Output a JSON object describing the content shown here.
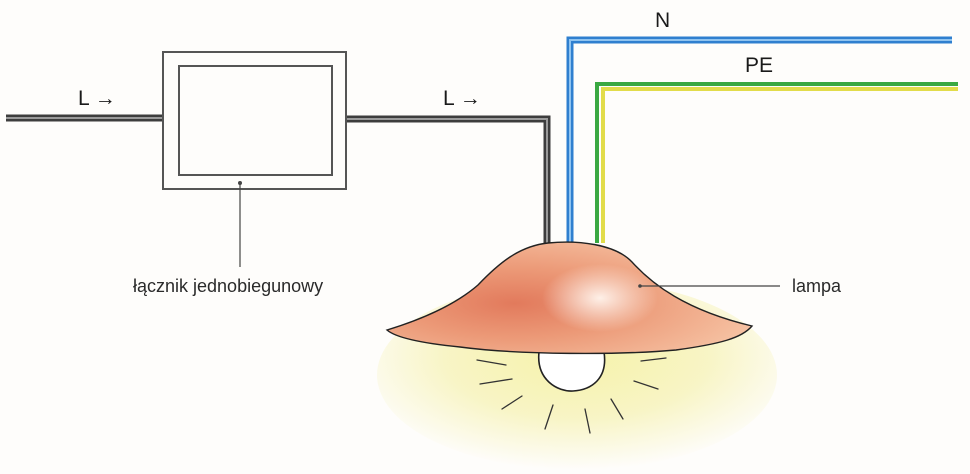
{
  "labels": {
    "l_left": "L  →",
    "l_right": "L  →",
    "n": "N",
    "pe": "PE",
    "switch_caption": "łącznik jednobiegunowy",
    "lamp_caption": "lampa"
  },
  "colors": {
    "phase_wire": "#4a4a4a",
    "neutral_wire": "#2f7fcf",
    "pe_green": "#3aa842",
    "pe_yellow": "#e2dc4a",
    "lamp_shade": "#ec9a78",
    "light_glow": "#f3ee9a"
  }
}
